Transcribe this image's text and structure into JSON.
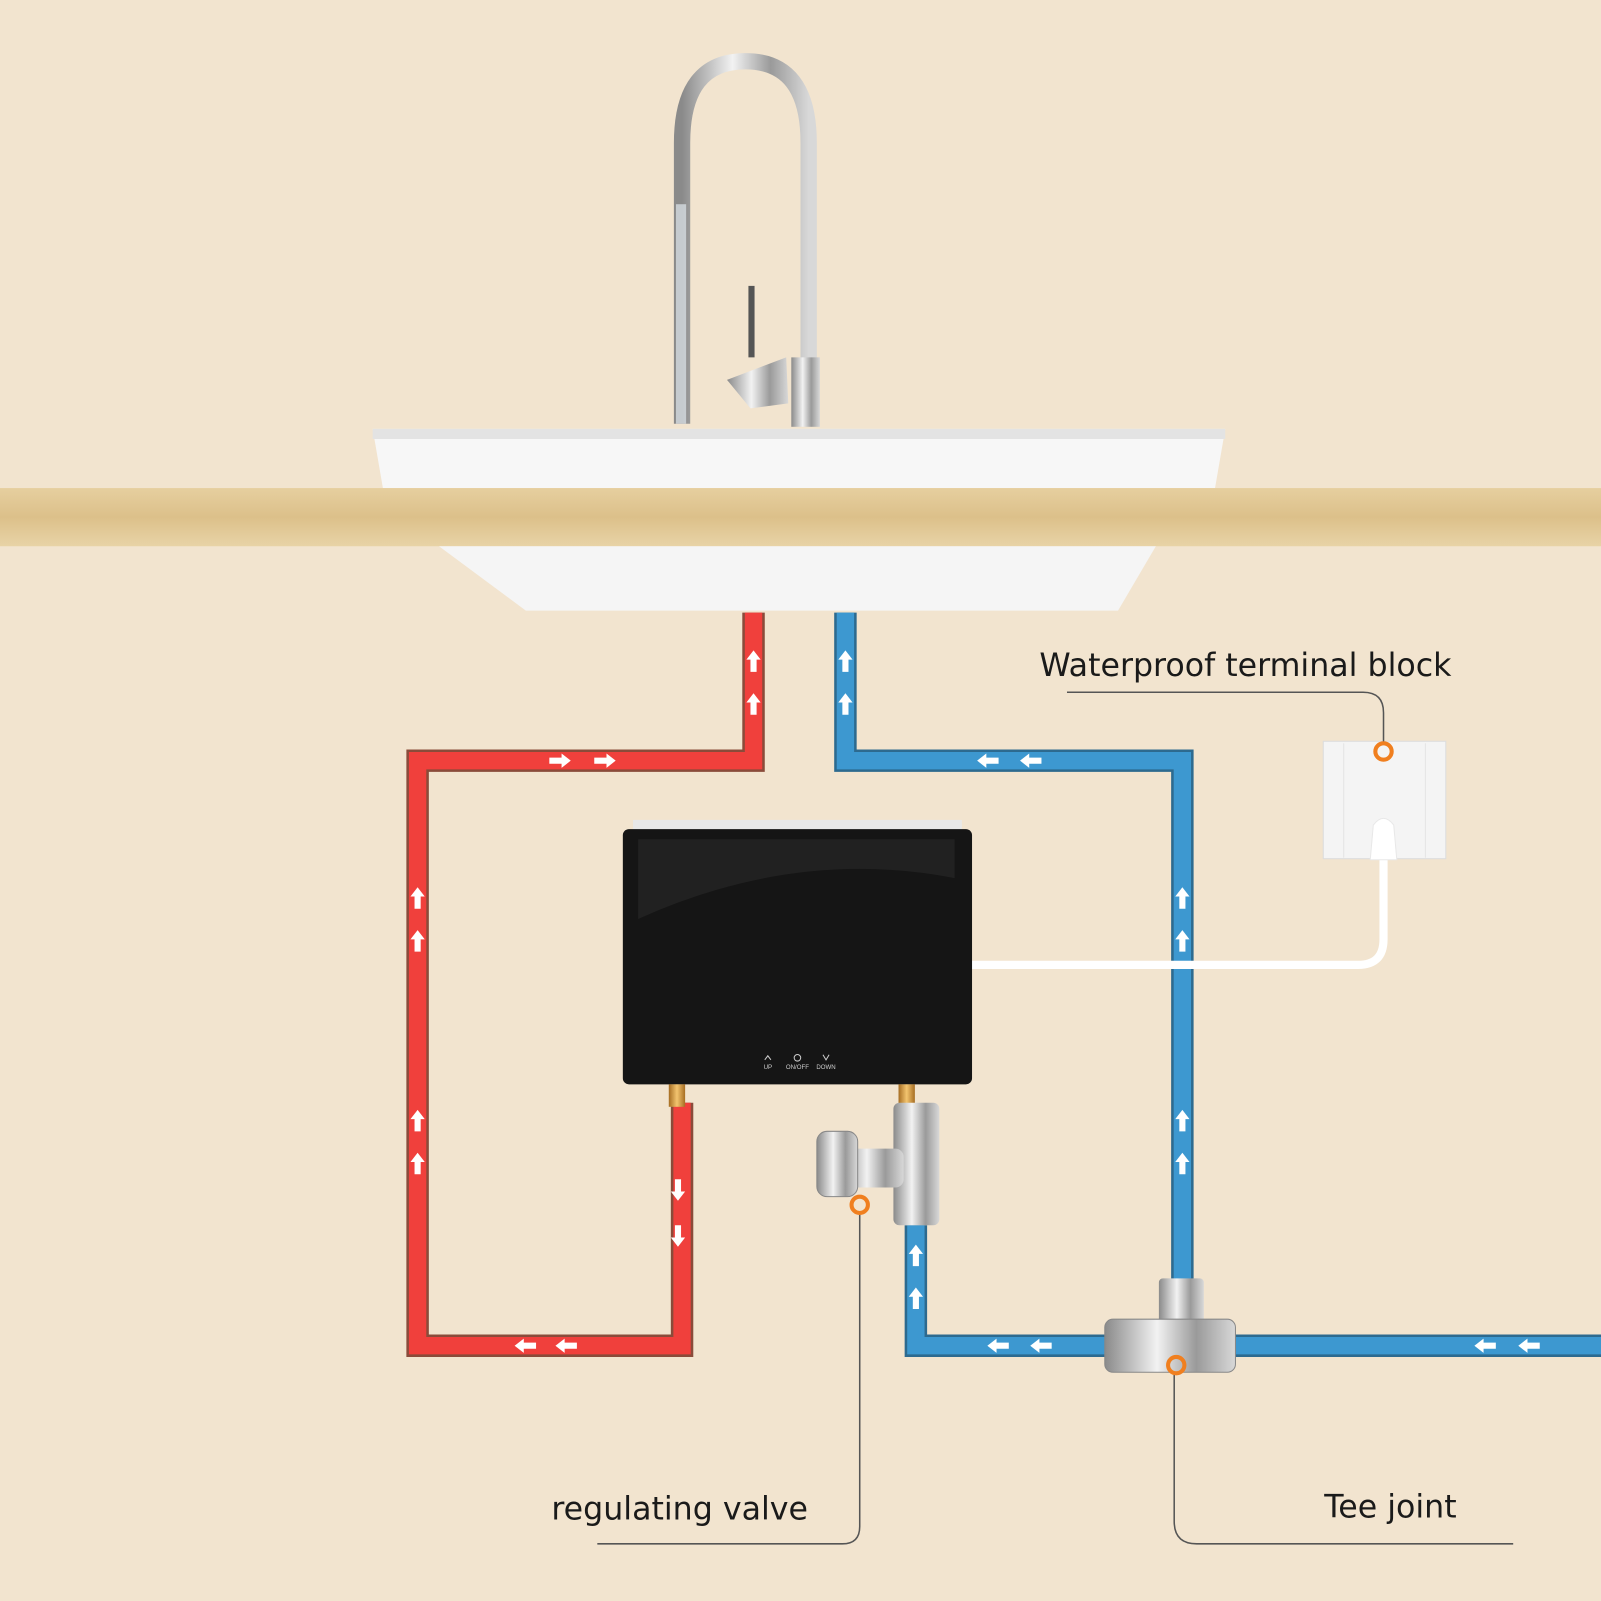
{
  "labels": {
    "terminal_block": "Waterproof terminal block",
    "regulating_valve": "regulating valve",
    "tee_joint": "Tee joint"
  },
  "heater_panel": {
    "up": "UP",
    "onoff": "ON/OFF",
    "down": "DOWN"
  },
  "colors": {
    "background": "#f2e4cf",
    "hot_pipe": "#f0403c",
    "cold_pipe": "#3d98d0",
    "marker": "#f07f1f",
    "heater": "#151515"
  }
}
